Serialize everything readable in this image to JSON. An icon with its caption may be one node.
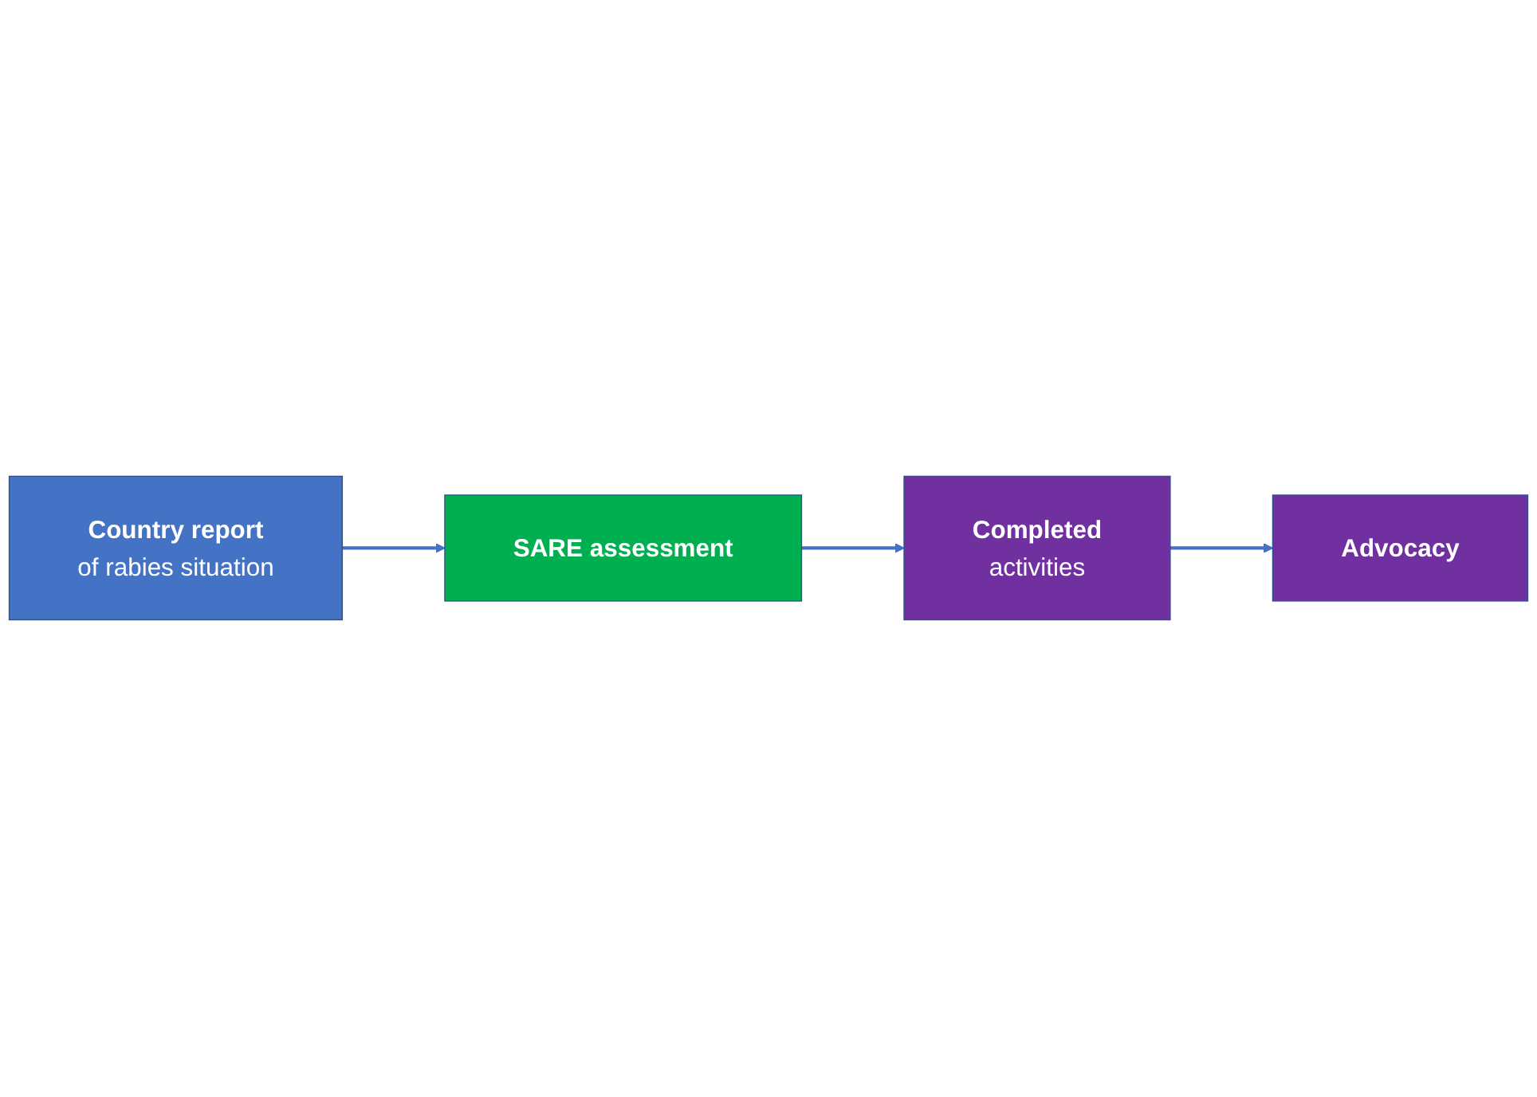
{
  "diagram": {
    "nodes": [
      {
        "text": [
          "Advocacy"
        ]
      },
      {
        "text": [
          "Completed",
          "activities"
        ]
      },
      {
        "text": [
          "Country report",
          "of rabies situation"
        ]
      },
      {
        "text": [
          "SARE assessment"
        ]
      }
    ],
    "edges": [
      {
        "from": 2,
        "to": 3,
        "arrow": "to"
      },
      {
        "from": 3,
        "to": 1,
        "arrow": "to"
      },
      {
        "from": 1,
        "to": 0,
        "arrow": "to"
      }
    ]
  }
}
